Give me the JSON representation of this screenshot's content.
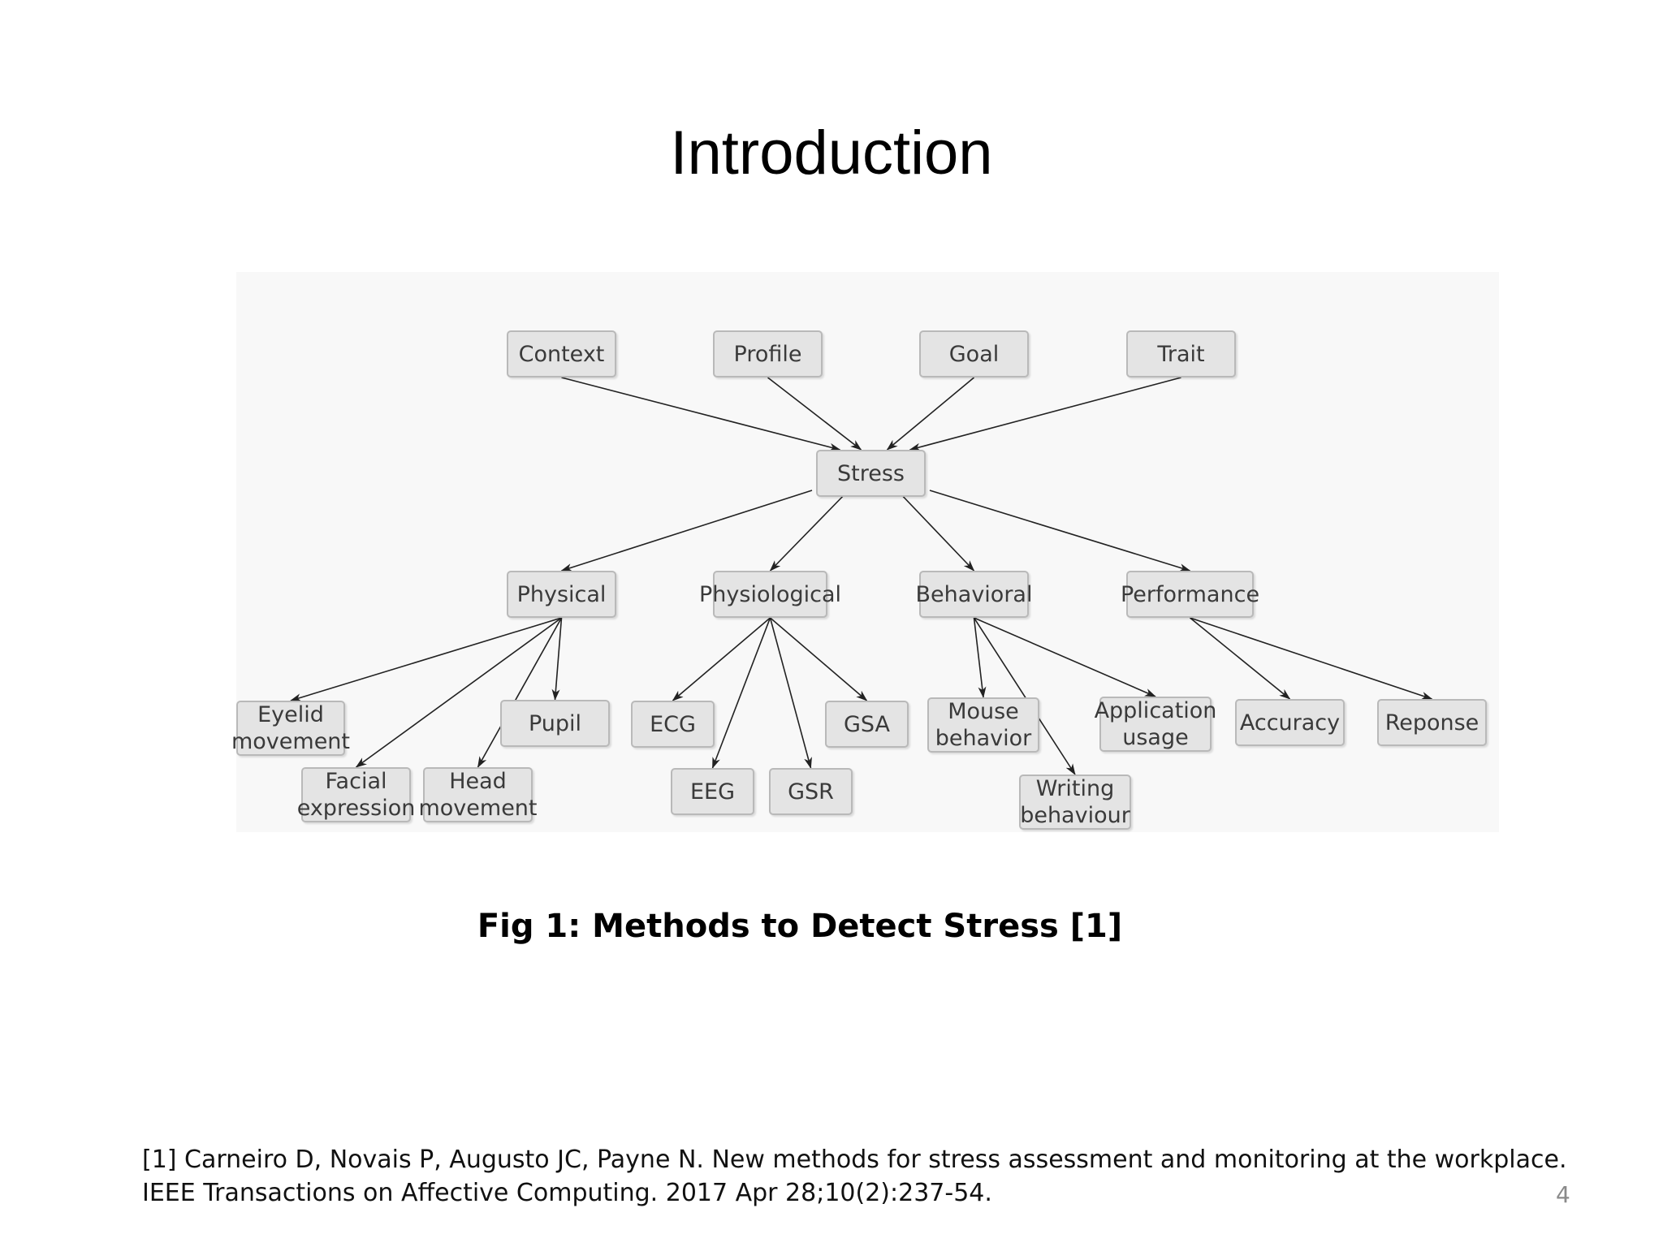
{
  "slide": {
    "title": "Introduction",
    "caption": "Fig 1:  Methods to Detect Stress [1]",
    "reference_line1": "[1] Carneiro D, Novais P, Augusto JC, Payne N. New methods for stress assessment and monitoring at the workplace.",
    "reference_line2": "IEEE Transactions on Affective Computing. 2017 Apr 28;10(2):237-54.",
    "page_number": "4"
  },
  "diagram": {
    "nodes": {
      "context": "Context",
      "profile": "Profile",
      "goal": "Goal",
      "trait": "Trait",
      "stress": "Stress",
      "physical": "Physical",
      "physiological": "Physiological",
      "behavioral": "Behavioral",
      "performance": "Performance",
      "eyelid": "Eyelid\nmovement",
      "facial": "Facial\nexpression",
      "head": "Head\nmovement",
      "pupil": "Pupil",
      "ecg": "ECG",
      "eeg": "EEG",
      "gsr": "GSR",
      "gsa": "GSA",
      "mouse": "Mouse\nbehavior",
      "writing": "Writing\nbehaviour",
      "application": "Application\nusage",
      "accuracy": "Accuracy",
      "reponse": "Reponse"
    },
    "edges": [
      [
        "context",
        "stress"
      ],
      [
        "profile",
        "stress"
      ],
      [
        "goal",
        "stress"
      ],
      [
        "trait",
        "stress"
      ],
      [
        "stress",
        "physical"
      ],
      [
        "stress",
        "physiological"
      ],
      [
        "stress",
        "behavioral"
      ],
      [
        "stress",
        "performance"
      ],
      [
        "physical",
        "eyelid"
      ],
      [
        "physical",
        "facial"
      ],
      [
        "physical",
        "head"
      ],
      [
        "physical",
        "pupil"
      ],
      [
        "physiological",
        "ecg"
      ],
      [
        "physiological",
        "eeg"
      ],
      [
        "physiological",
        "gsr"
      ],
      [
        "physiological",
        "gsa"
      ],
      [
        "behavioral",
        "mouse"
      ],
      [
        "behavioral",
        "writing"
      ],
      [
        "behavioral",
        "application"
      ],
      [
        "performance",
        "accuracy"
      ],
      [
        "performance",
        "reponse"
      ]
    ]
  }
}
